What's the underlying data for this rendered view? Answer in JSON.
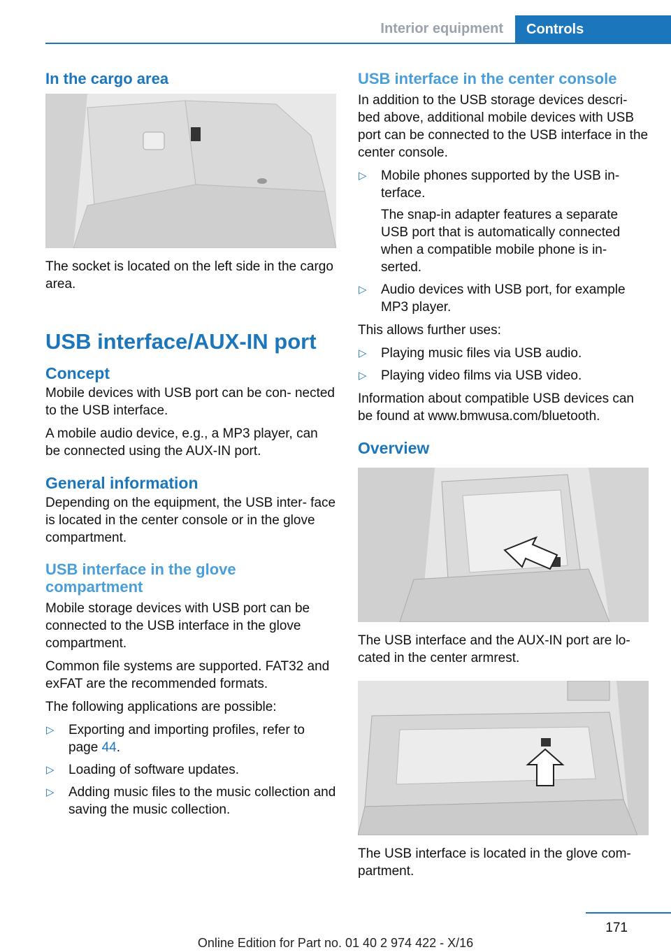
{
  "header": {
    "section": "Interior equipment",
    "tab": "Controls"
  },
  "left": {
    "cargo_heading": "In the cargo area",
    "cargo_caption": "The socket is located on the left side in the cargo area.",
    "main_heading": "USB interface/AUX-IN port",
    "concept_heading": "Concept",
    "concept_p1": "Mobile devices with USB port can be con‐ nected to the USB interface.",
    "concept_p2": "A mobile audio device, e.g., a MP3 player, can be connected using the AUX-IN port.",
    "general_heading": "General information",
    "general_p1": "Depending on the equipment, the USB inter‐ face is located in the center console or in the glove compartment.",
    "glove_heading": "USB interface in the glove compartment",
    "glove_p1": "Mobile storage devices with USB port can be connected to the USB interface in the glove compartment.",
    "glove_p2": "Common file systems are supported. FAT32 and exFAT are the recommended formats.",
    "glove_p3": "The following applications are possible:",
    "bullet1_text": "Exporting and importing profiles, refer to page",
    "bullet1_link": "44",
    "bullet1_end": ".",
    "bullet2": "Loading of software updates.",
    "bullet3": "Adding music files to the music collection and saving the music collection."
  },
  "right": {
    "console_heading": "USB interface in the center console",
    "console_p1": "In addition to the USB storage devices descri‐ bed above, additional mobile devices with USB port can be connected to the USB interface in the center console.",
    "b1": "Mobile phones supported by the USB in‐ terface.",
    "b1_sub": "The snap-in adapter features a separate USB port that is automatically connected when a compatible mobile phone is in‐ serted.",
    "b2": "Audio devices with USB port, for example MP3 player.",
    "uses": "This allows further uses:",
    "b3": "Playing music files via USB audio.",
    "b4": "Playing video films via USB video.",
    "info": "Information about compatible USB devices can be found at www.bmwusa.com/bluetooth.",
    "overview_heading": "Overview",
    "overview_caption": "The USB interface and the AUX-IN port are lo‐ cated in the center armrest.",
    "glove_caption": "The USB interface is located in the glove com‐ partment."
  },
  "bullet_marker": "▷",
  "page_number": "171",
  "footer": "Online Edition for Part no. 01 40 2 974 422 - X/16",
  "colors": {
    "accent": "#1b76bc",
    "light_heading": "#4a9ed8",
    "header_gray": "#9aa3ab"
  }
}
